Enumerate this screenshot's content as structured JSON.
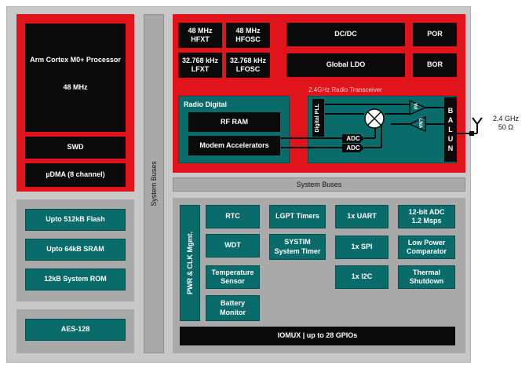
{
  "mcu": {
    "processor": "Arm Cortex M0+ Processor",
    "freq": "48 MHz",
    "swd": "SWD",
    "udma": "µDMA (8 channel)"
  },
  "clocks": {
    "hfxt": "48 MHz\nHFXT",
    "hfosc": "48 MHz\nHFOSC",
    "lfxt": "32.768 kHz\nLFXT",
    "lfosc": "32.768 kHz\nLFOSC"
  },
  "power": {
    "dcdc": "DC/DC",
    "ldo": "Global LDO",
    "por": "POR",
    "bor": "BOR"
  },
  "radio": {
    "transceiver_label": "2.4GHz Radio Transceiver",
    "digital_label": "Radio Digital",
    "rf_ram": "RF RAM",
    "modem": "Modem Accelerators",
    "pll": "Digital PLL",
    "pa": "PA",
    "lna": "LNA",
    "adc": "ADC",
    "balun": [
      "B",
      "A",
      "L",
      "U",
      "N"
    ],
    "antenna": "2.4 GHz\n50 Ω"
  },
  "buses": {
    "vertical": "System Buses",
    "horizontal": "System Buses"
  },
  "memory": {
    "flash": "Upto 512kB Flash",
    "sram": "Upto 64kB SRAM",
    "rom": "12kB System ROM"
  },
  "security": {
    "aes": "AES-128"
  },
  "peripherals": {
    "pwr": "PWR & CLK Mgmt.",
    "rtc": "RTC",
    "wdt": "WDT",
    "temp": "Temperature\nSensor",
    "battery": "Battery\nMonitor",
    "lgpt": "LGPT Timers",
    "systim": "SYSTIM\nSystem Timer",
    "uart": "1x UART",
    "spi": "1x SPI",
    "i2c": "1x I2C",
    "adc": "12-bit ADC\n1.2 Msps",
    "comparator": "Low Power\nComparator",
    "thermal": "Thermal\nShutdown",
    "iomux": "IOMUX | up to 28 GPIOs"
  }
}
